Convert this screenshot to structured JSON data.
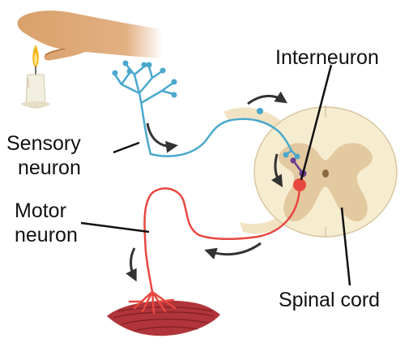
{
  "labels": {
    "interneuron": "Interneuron",
    "sensory_line1": "Sensory",
    "sensory_line2": "neuron",
    "motor_line1": "Motor",
    "motor_line2": "neuron",
    "spinal_cord": "Spinal cord"
  },
  "colors": {
    "sensory": "#4aa8cc",
    "motor": "#e8473f",
    "interneuron": "#6a3b8e",
    "cord_outer": "#f6ecd0",
    "cord_grey_matter": "#e3c9a0",
    "muscle": "#b0353a",
    "skin": "#d9a06a",
    "candle": "#f3efe0",
    "flame": "#f3b21c",
    "arrow": "#333333"
  },
  "icons": [
    "hand-icon",
    "candle-icon",
    "muscle-icon",
    "spinal-cord-cross-section-icon"
  ]
}
